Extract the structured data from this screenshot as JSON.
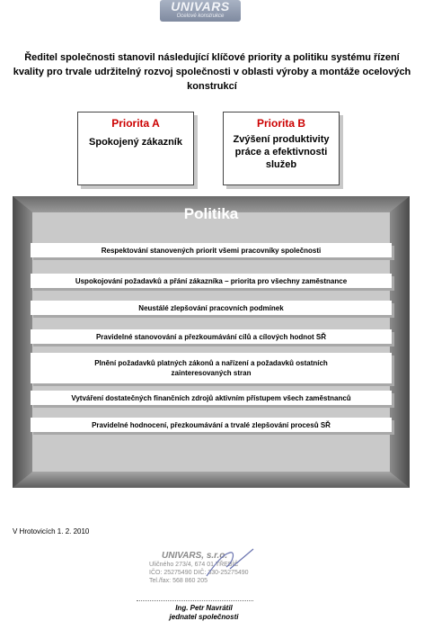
{
  "logo": {
    "name": "UNIVARS",
    "tagline": "Ocelové konstrukce"
  },
  "intro": "Ředitel společnosti stanovil následující klíčové priority a politiku systému řízení kvality pro trvale udržitelný rozvoj společnosti v oblasti výroby a montáže ocelových konstrukcí",
  "priorities": [
    {
      "title": "Priorita A",
      "text": "Spokojený zákazník"
    },
    {
      "title": "Priorita B",
      "text": "Zvýšení produktivity práce a efektivnosti služeb"
    }
  ],
  "policy": {
    "title": "Politika",
    "items": [
      "Respektování stanovených priorit všemi pracovníky společnosti",
      "Uspokojování požadavků a přání zákazníka – priorita pro všechny zaměstnance",
      "Neustálé zlepšování pracovních podmínek",
      "Pravidelné stanovování a přezkoumávání cílů a cílových hodnot SŘ",
      "Plnění požadavků platných zákonů a nařízení a požadavků ostatních zainteresovaných stran",
      "Vytváření dostatečných finančních zdrojů aktivním přístupem všech zaměstnanců",
      "Pravidelné hodnocení, přezkoumávání a trvalé zlepšování procesů SŘ"
    ]
  },
  "place_date": "V Hrotovicích 1. 2. 2010",
  "stamp": {
    "name": "UNIVARS, s.r.o.",
    "address": "Uličného 273/4, 674 01 TŘEBÍČ",
    "ids": "IČO: 25275490 DIČ: 330-25275490",
    "tel": "Tel./fax: 568 860 205"
  },
  "signer": {
    "name": "Ing. Petr Navrátil",
    "role": "jednatel společnosti"
  }
}
